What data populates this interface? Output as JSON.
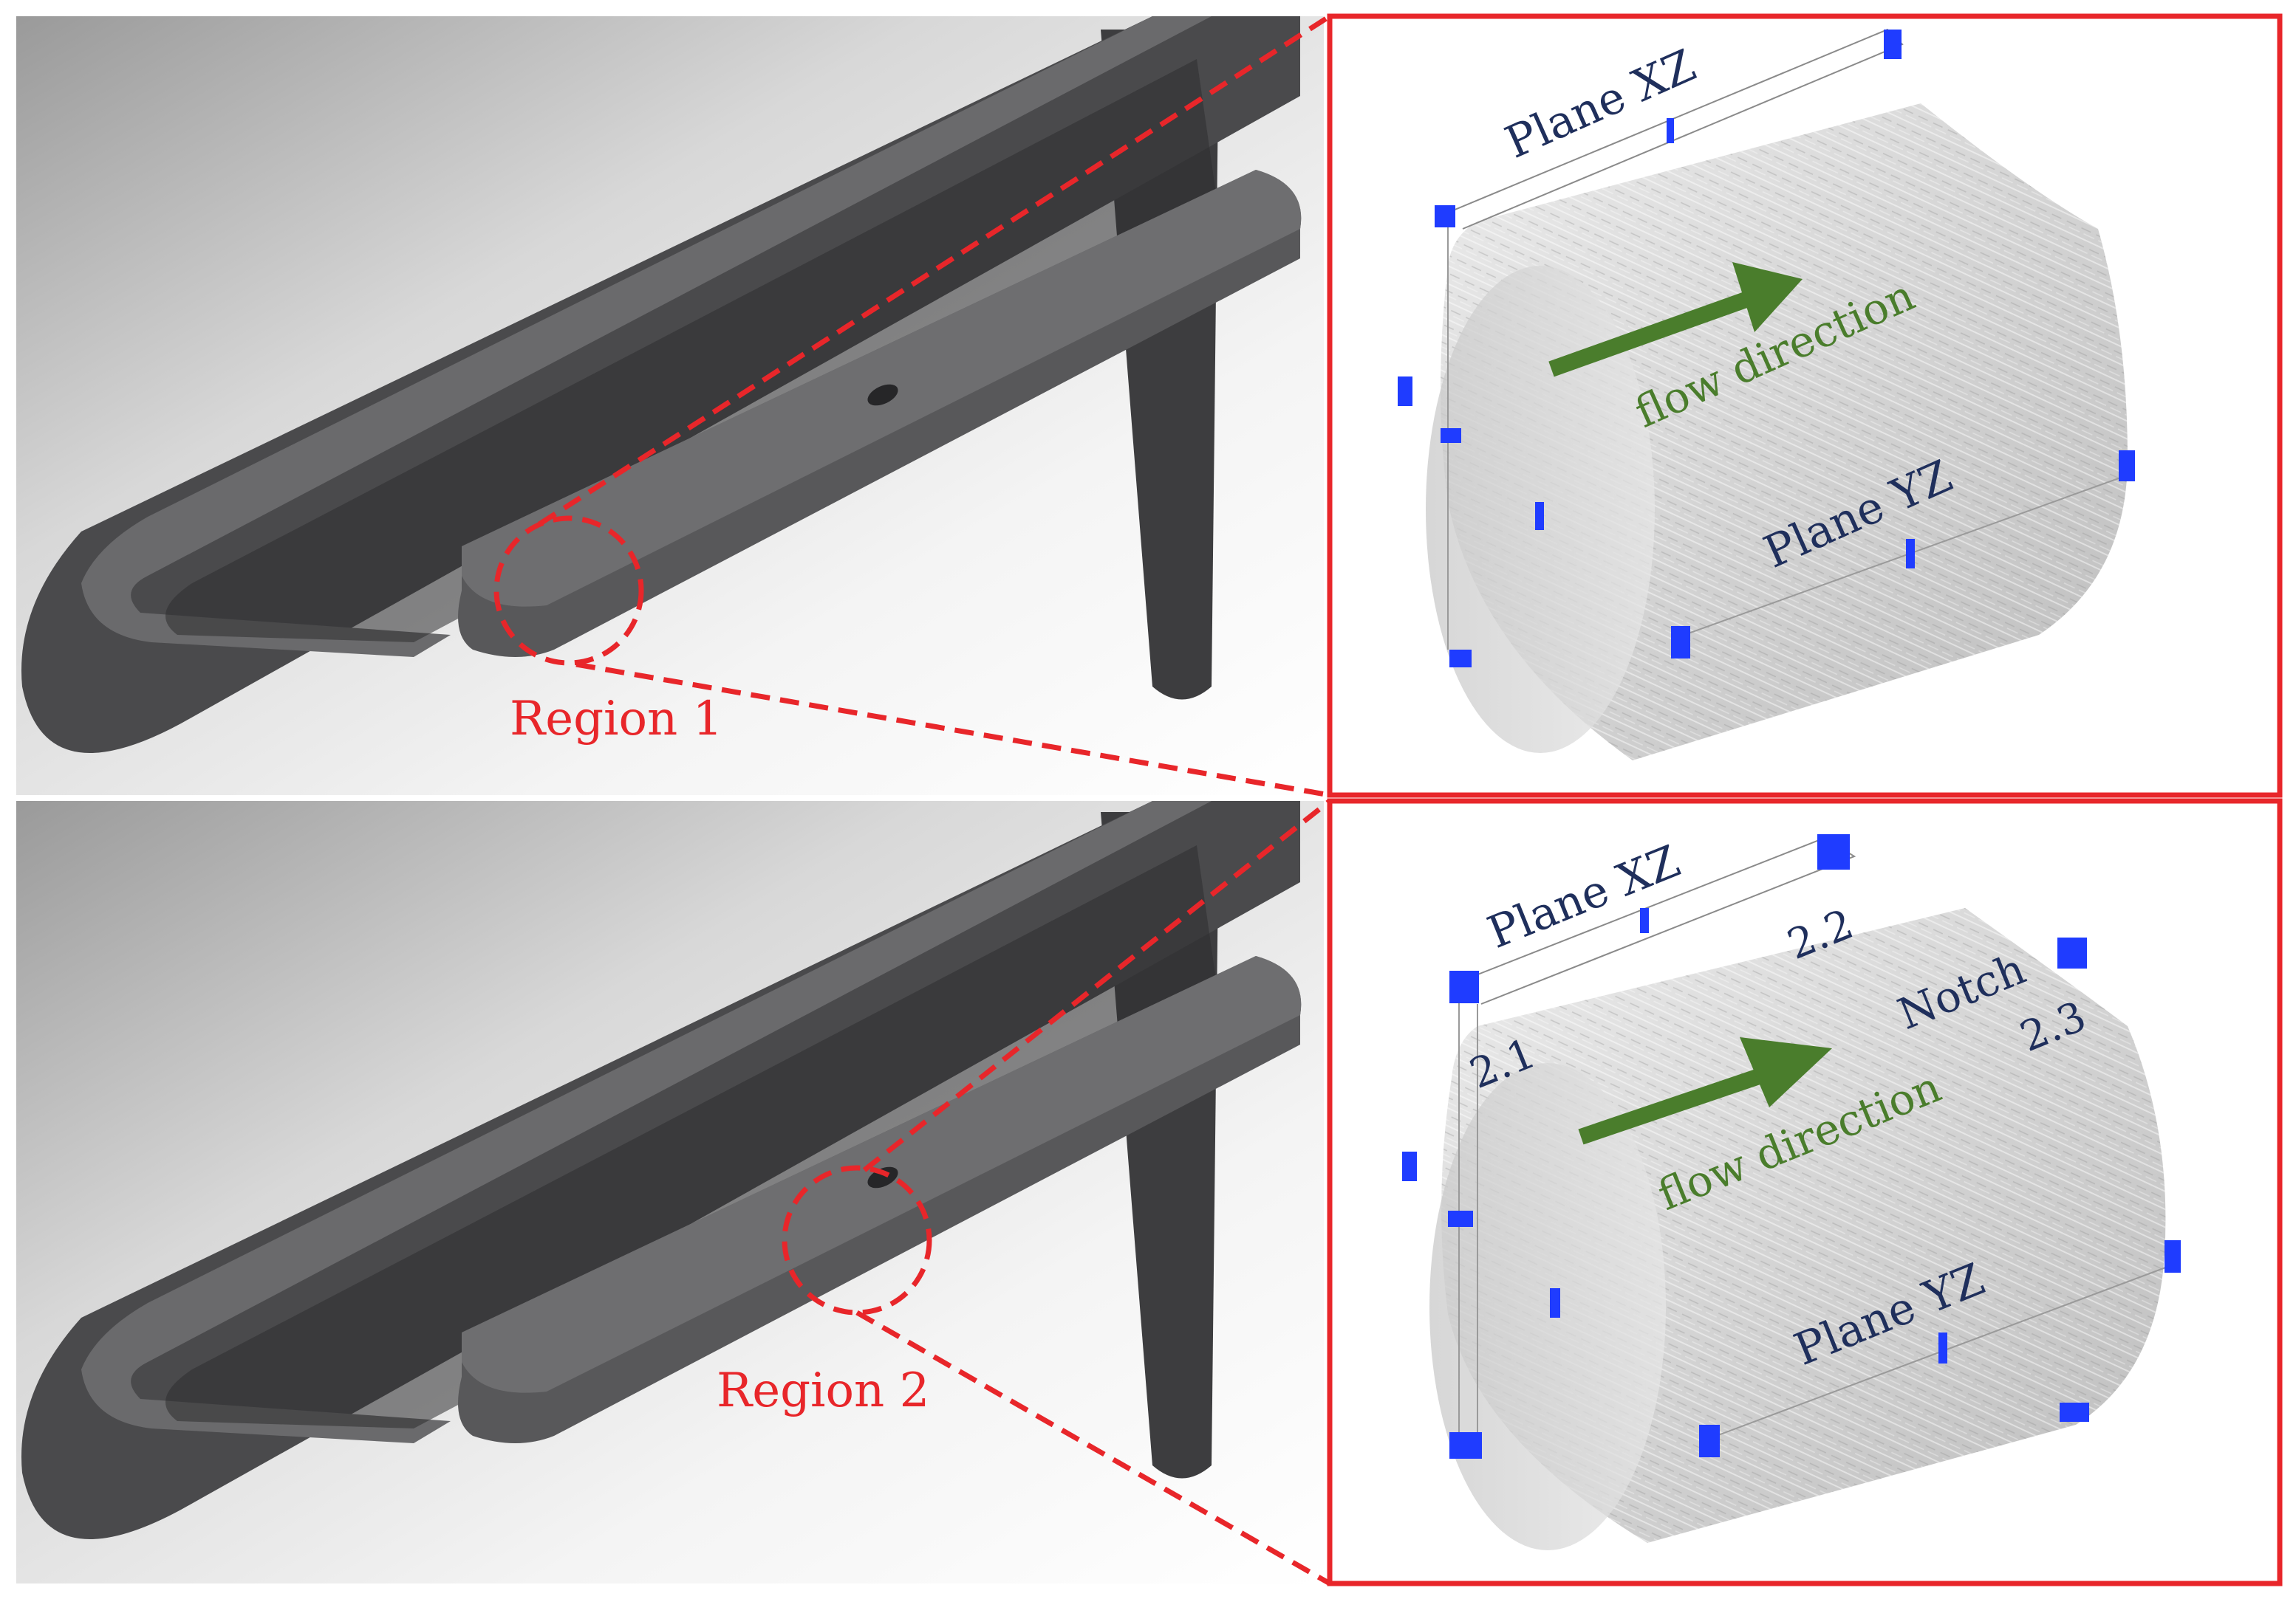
{
  "colors": {
    "callout_red": "#e8262a",
    "label_navy": "#1f2f5c",
    "flow_green": "#4a7d2c",
    "marker_blue": "#1f3cff",
    "part_gray": "#4a4a4c",
    "sample_gray": "#d3d3d3"
  },
  "panels": [
    {
      "region_label": "Region 1",
      "plane_top": "Plane XZ",
      "plane_side": "Plane YZ",
      "flow_label": "flow direction"
    },
    {
      "region_label": "Region 2",
      "plane_top": "Plane XZ",
      "plane_side": "Plane YZ",
      "flow_label": "flow direction",
      "notch_label": "Notch",
      "sub_labels": [
        "2.1",
        "2.2",
        "2.3"
      ]
    }
  ]
}
